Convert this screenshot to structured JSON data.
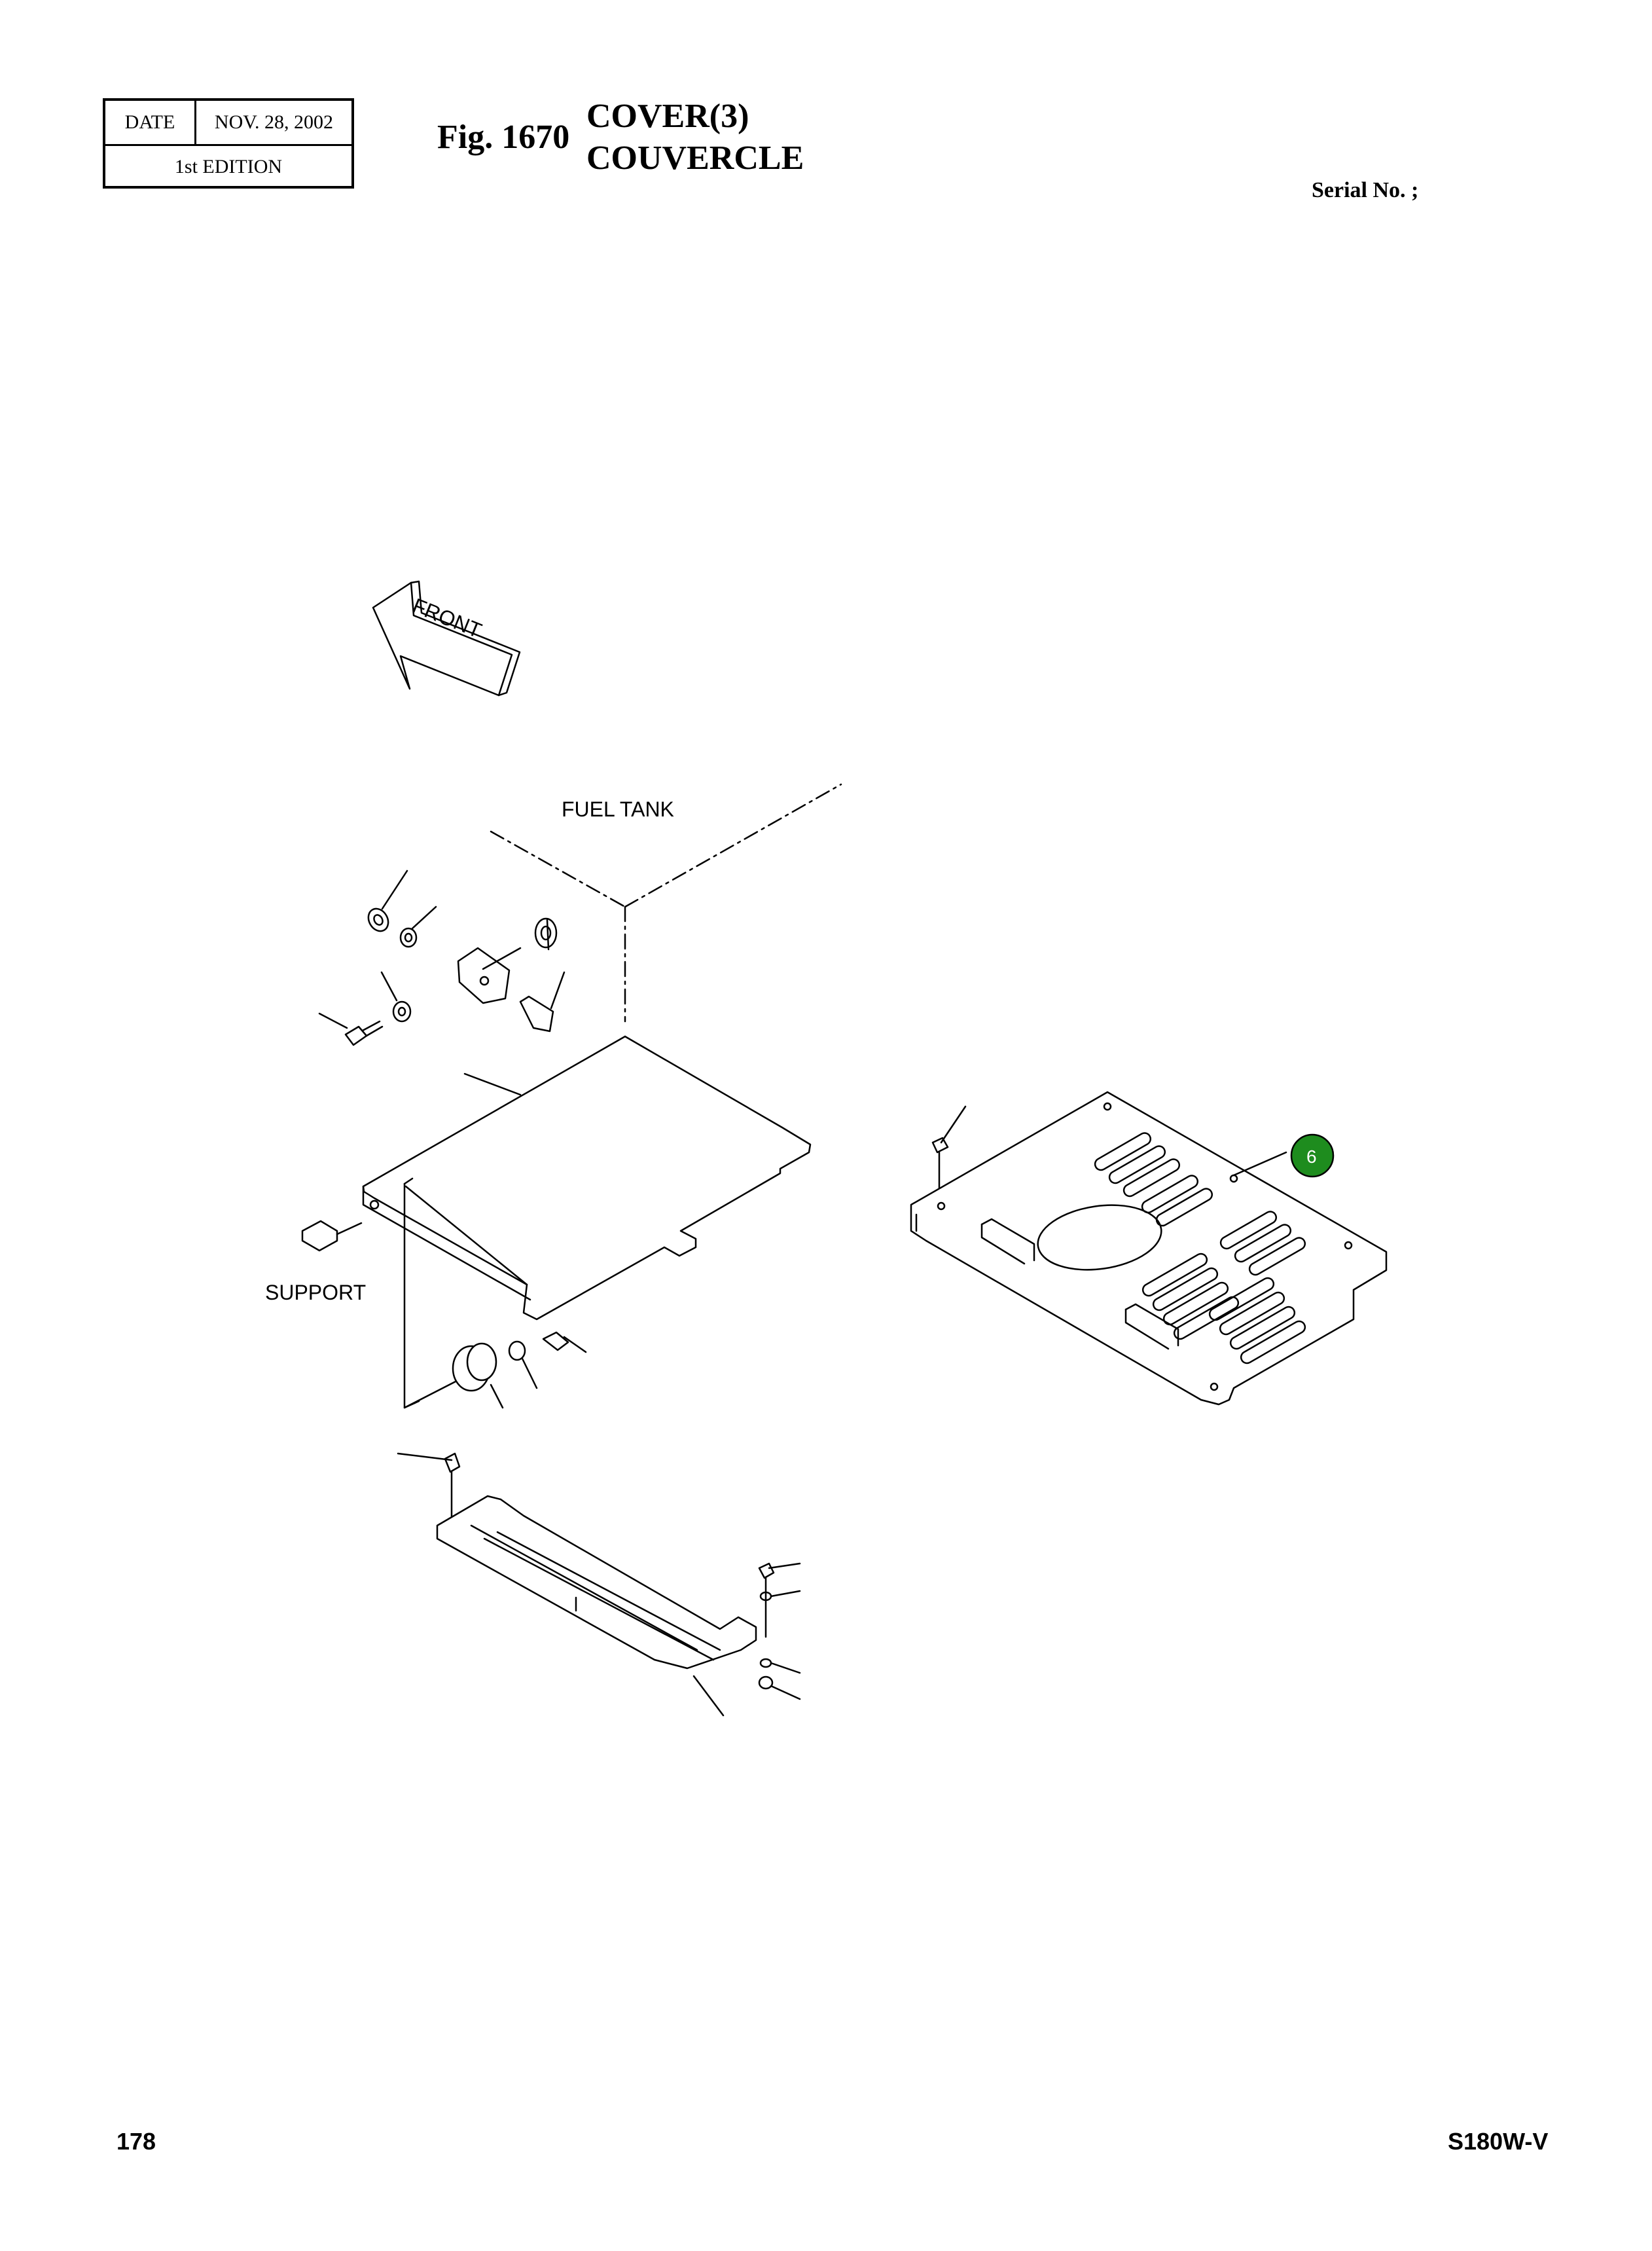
{
  "header": {
    "date_label": "DATE",
    "date_value": "NOV. 28, 2002",
    "edition": "1st EDITION",
    "fig_number": "Fig. 1670",
    "title_en": "COVER(3)",
    "title_fr": "COUVERCLE",
    "serial_label": "Serial No. ;"
  },
  "diagram": {
    "front_arrow_label": "FRONT",
    "fuel_tank_label": "FUEL TANK",
    "support_label": "SUPPORT",
    "callout_number": "6",
    "callout_color": "#1e8c1e"
  },
  "footer": {
    "page_number": "178",
    "model": "S180W-V"
  }
}
